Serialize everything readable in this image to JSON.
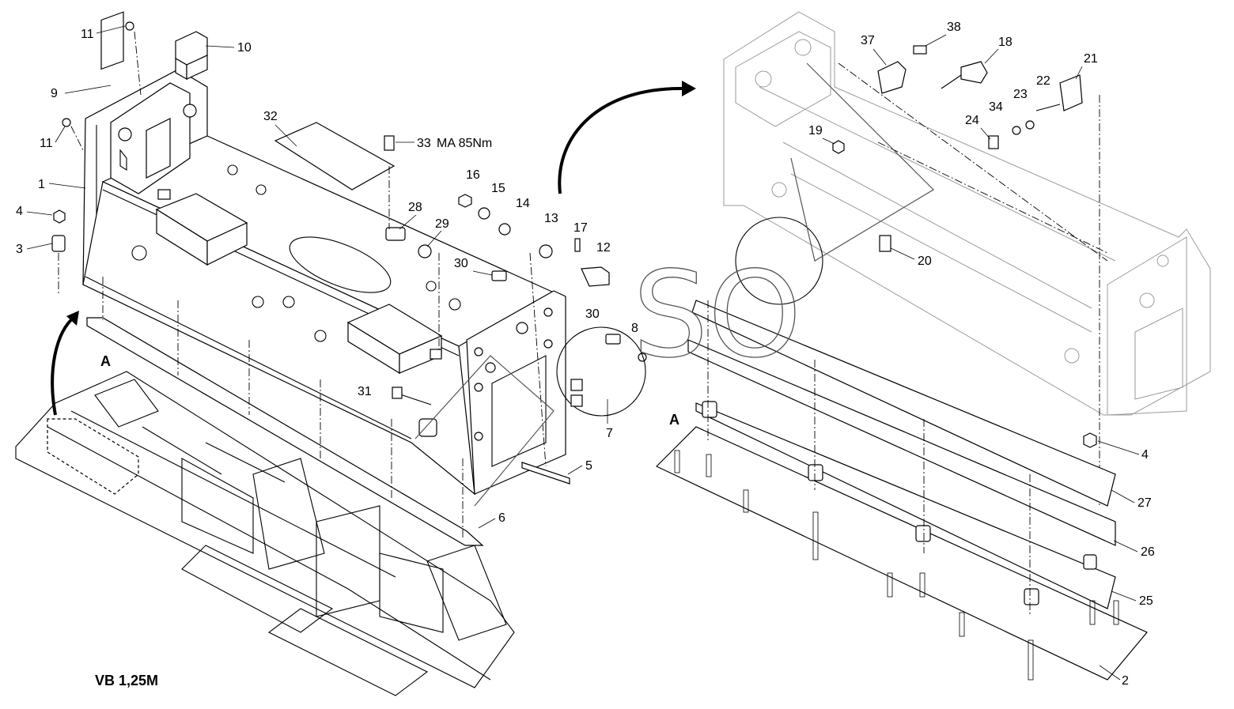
{
  "model_label": "VB 1,25M",
  "section_markers": [
    "A",
    "A"
  ],
  "callouts": [
    {
      "num": "1"
    },
    {
      "num": "2"
    },
    {
      "num": "3"
    },
    {
      "num": "4"
    },
    {
      "num": "4"
    },
    {
      "num": "5"
    },
    {
      "num": "6"
    },
    {
      "num": "7"
    },
    {
      "num": "8"
    },
    {
      "num": "9"
    },
    {
      "num": "10"
    },
    {
      "num": "11"
    },
    {
      "num": "11"
    },
    {
      "num": "12"
    },
    {
      "num": "13"
    },
    {
      "num": "14"
    },
    {
      "num": "15"
    },
    {
      "num": "16"
    },
    {
      "num": "17"
    },
    {
      "num": "18"
    },
    {
      "num": "19"
    },
    {
      "num": "20"
    },
    {
      "num": "21"
    },
    {
      "num": "22"
    },
    {
      "num": "23"
    },
    {
      "num": "24"
    },
    {
      "num": "25"
    },
    {
      "num": "26"
    },
    {
      "num": "27"
    },
    {
      "num": "28"
    },
    {
      "num": "29"
    },
    {
      "num": "30"
    },
    {
      "num": "30"
    },
    {
      "num": "31"
    },
    {
      "num": "32"
    },
    {
      "num": "33"
    },
    {
      "num": "34"
    },
    {
      "num": "37"
    },
    {
      "num": "38"
    }
  ],
  "torque_note": "MA 85Nm",
  "watermark": "SO",
  "colors": {
    "ink": "#000000",
    "background": "#ffffff",
    "watermark": "#555555",
    "ghost": "#9a9a9a"
  }
}
